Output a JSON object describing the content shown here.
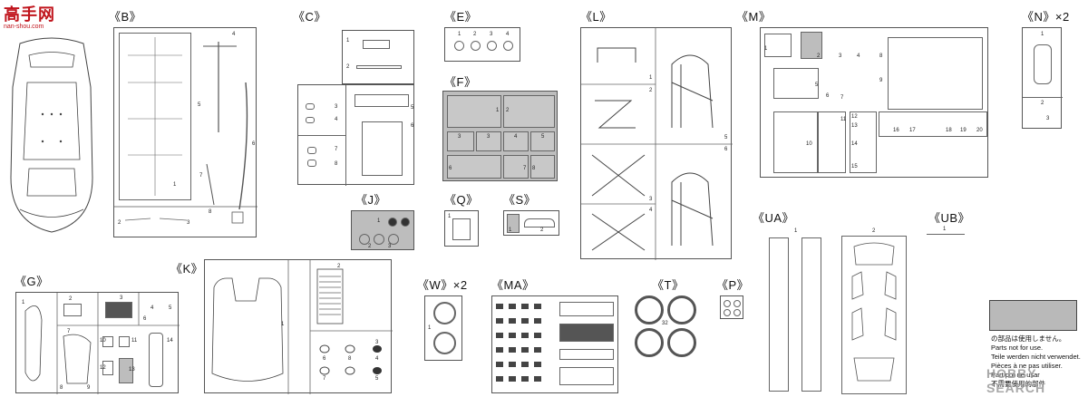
{
  "logo": {
    "text": "高手网",
    "url": "nan-shou.com"
  },
  "labels": {
    "B": "《B》",
    "C": "《C》",
    "E": "《E》",
    "F": "《F》",
    "L": "《L》",
    "M": "《M》",
    "N": "《N》×2",
    "J": "《J》",
    "Q": "《Q》",
    "S": "《S》",
    "UA": "《UA》",
    "UB": "《UB》",
    "G": "《G》",
    "K": "《K》",
    "W": "《W》×2",
    "MA": "《MA》",
    "T": "《T》",
    "P": "《P》"
  },
  "numbers": {
    "one": "1",
    "two": "2",
    "three": "3",
    "four": "4",
    "five": "5",
    "six": "6",
    "seven": "7",
    "eight": "8",
    "nine": "9",
    "ten": "10",
    "eleven": "11",
    "twelve": "12",
    "thirteen": "13",
    "fourteen": "14",
    "fifteen": "15",
    "sixteen": "16",
    "seventeen": "17",
    "eighteen": "18",
    "nineteen": "19",
    "twenty": "20",
    "thirtytwo": "32"
  },
  "note": {
    "ja": "の部品は使用しません。",
    "en": "Parts not for use.",
    "de": "Teile werden nicht verwendet.",
    "fr": "Pièces à ne pas utiliser.",
    "es": "Part por ne usar",
    "zh": "不需要使用的部件"
  },
  "watermark": "HOBBY SEARCH",
  "colors": {
    "logo": "#c0141c",
    "gray_part": "#bdbdbd",
    "line": "#555555"
  }
}
